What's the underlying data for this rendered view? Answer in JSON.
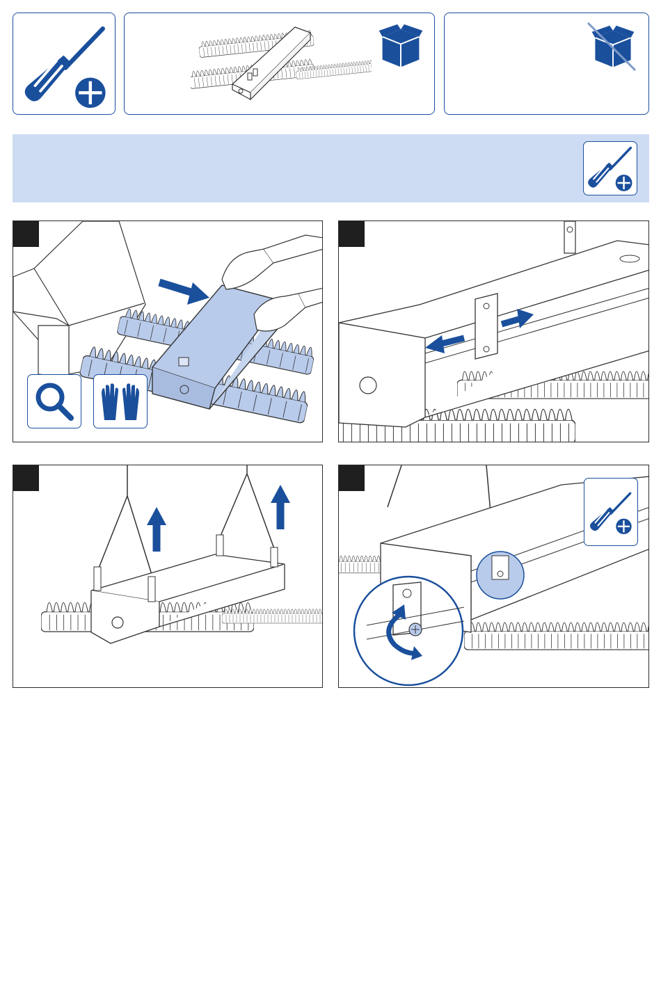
{
  "colors": {
    "accent": "#1a4f9c",
    "banner": "#cddcf2",
    "highlight": "#b9cbeb",
    "step_marker": "#1f1f1f"
  },
  "top_row": [
    {
      "icon": "screwdriver-plus-icon"
    },
    {
      "icon": "package-icon",
      "illustration": "luminaire-with-housing"
    },
    {
      "icon": "package-crossed-icon"
    }
  ],
  "banner": {
    "icon": "screwdriver-plus-icon"
  },
  "steps": [
    {
      "icons": [
        "magnifier-icon",
        "gloves-icon"
      ],
      "illustration": "unpack-housing"
    },
    {
      "icons": [],
      "illustration": "slide-brackets"
    },
    {
      "icons": [],
      "illustration": "lift-with-cables"
    },
    {
      "icons": [
        "screwdriver-plus-icon"
      ],
      "illustration": "tighten-bracket-screw"
    }
  ]
}
